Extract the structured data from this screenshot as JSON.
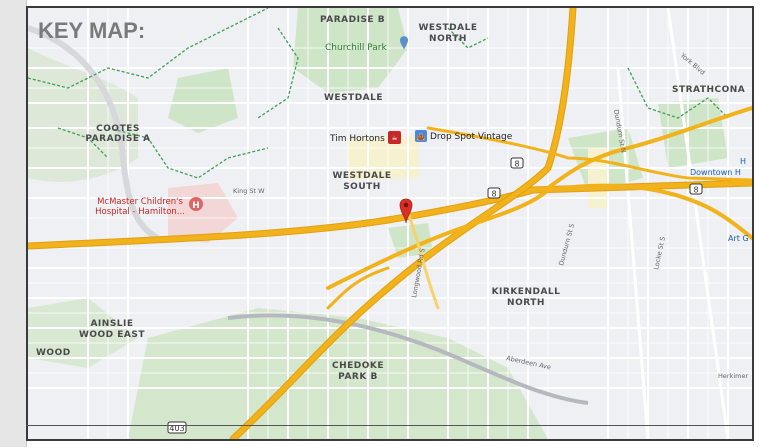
{
  "title": "KEY MAP:",
  "labels": {
    "paradise_b": "PARADISE B",
    "westdale_north": [
      "WESTDALE",
      "NORTH"
    ],
    "churchill_park": "Churchill Park",
    "westdale": "WESTDALE",
    "strathcona": "STRATHCONA",
    "cootes_paradise": [
      "COOTES",
      "PARADISE A"
    ],
    "tim_hortons": "Tim Hortons",
    "drop_spot": "Drop Spot Vintage",
    "westdale_south": [
      "WESTDALE",
      "SOUTH"
    ],
    "mcmaster": [
      "McMaster Children's",
      "Hospital - Hamilton..."
    ],
    "king_st": "King St W",
    "kirkendall": [
      "KIRKENDALL",
      "NORTH"
    ],
    "ainslie": [
      "AINSLIE",
      "WOOD EAST"
    ],
    "wood": "WOOD",
    "chedoke": [
      "CHEDOKE",
      "PARK B"
    ],
    "downtown": "Downtown H",
    "art": "Art G",
    "h": "H",
    "route_403": "403",
    "route_8": "8",
    "dundurn": "Dundurn St N",
    "dundurn_s": "Dundurn St S",
    "locke": "Locke St S",
    "aberdeen": "Aberdeen Ave",
    "longwood": "Longwood Rd S",
    "york": "York Blvd",
    "herkimer": "Herkimer"
  },
  "colors": {
    "road_major": "#f2b21b",
    "road_edge": "#e0a010",
    "park": "#cfe5c8",
    "park_dark": "#b9d9b0",
    "trail": "#3f9e55",
    "map_bg": "#eef0f3",
    "street": "#ffffff",
    "marker": "#d93025"
  }
}
